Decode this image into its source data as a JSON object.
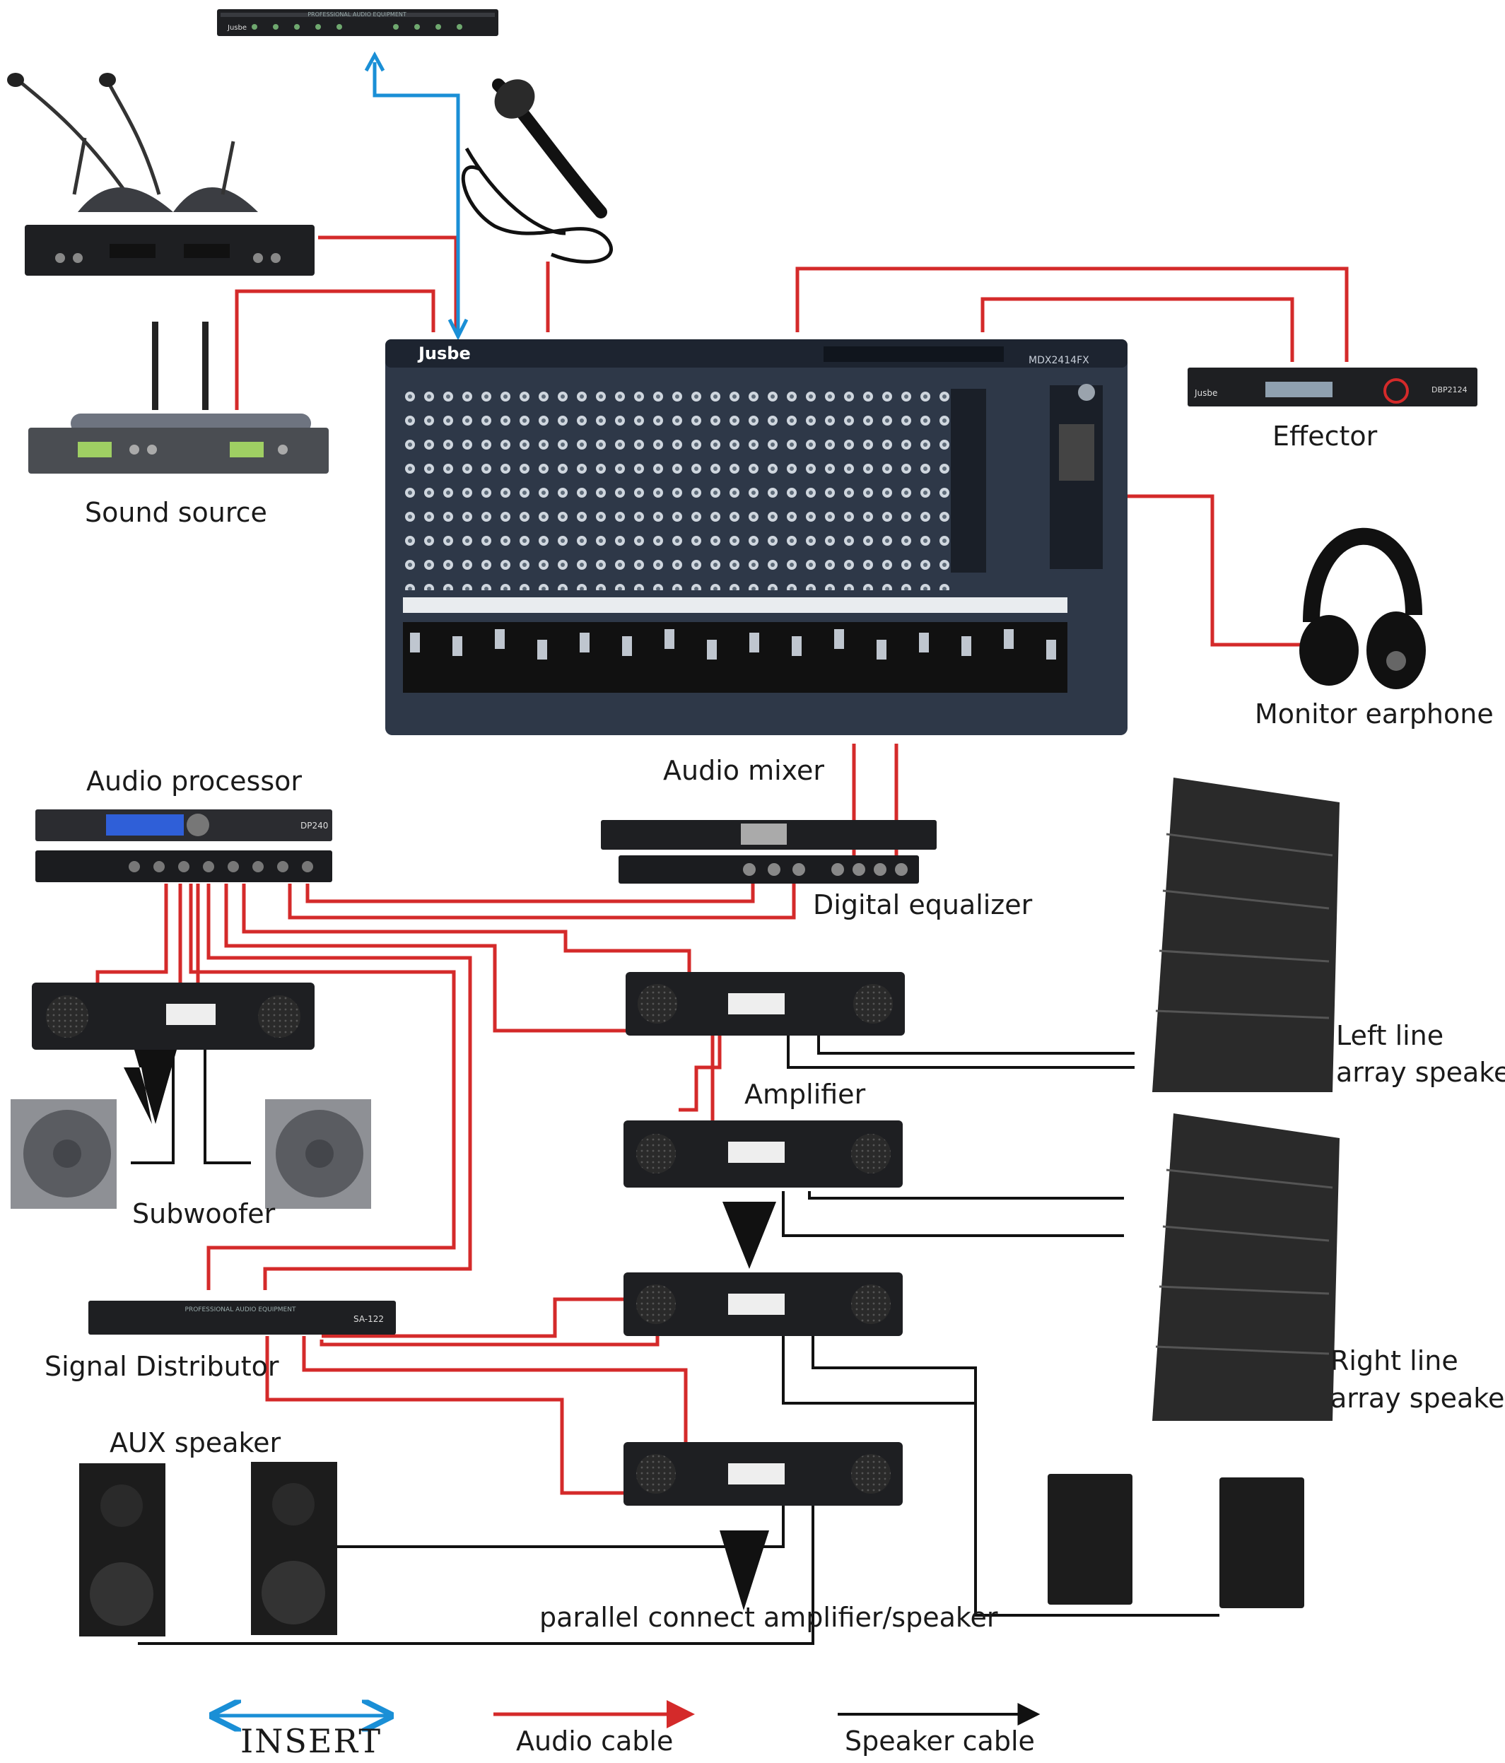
{
  "labels": {
    "sound_source": "Sound source",
    "effector": "Effector",
    "monitor_earphone": "Monitor earphone",
    "audio_processor": "Audio processor",
    "audio_mixer": "Audio mixer",
    "digital_equalizer": "Digital equalizer",
    "left_line_array_1": "Left line",
    "left_line_array_2": "array speaker",
    "amplifier": "Amplifier",
    "subwoofer": "Subwoofer",
    "right_line_array_1": "Right line",
    "right_line_array_2": "array speaker",
    "signal_distributor": "Signal Distributor",
    "aux_speaker": "AUX speaker",
    "parallel_connect": "parallel connect amplifier/speaker"
  },
  "device_text": {
    "brand": "Jusbe",
    "rack_header": "PROFESSIONAL AUDIO EQUIPMENT",
    "mixer_model": "MDX2414FX",
    "processor_model": "DP240",
    "effector_model": "DBP2124",
    "distributor_model": "SA-122"
  },
  "legend": {
    "insert": "INSERT",
    "audio_cable": "Audio cable",
    "speaker_cable": "Speaker cable"
  },
  "colors": {
    "insert": "#1a8fd6",
    "audio": "#d42a2a",
    "speaker": "#111111",
    "device_dark": "#1e1f22",
    "mixer_panel": "#2e3848"
  }
}
